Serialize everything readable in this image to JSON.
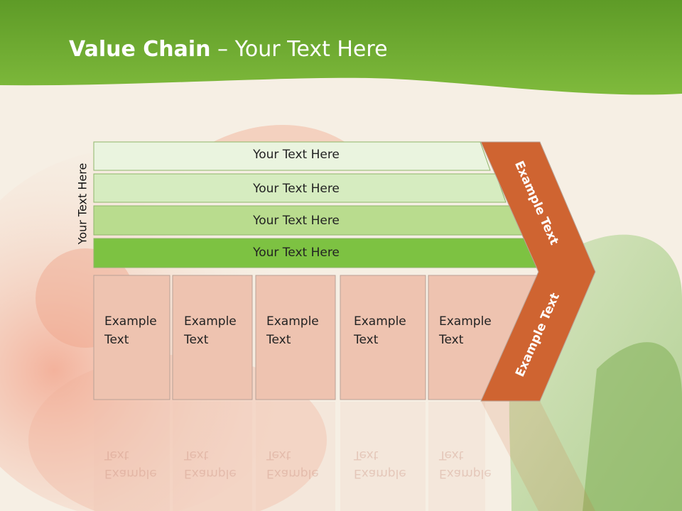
{
  "slide": {
    "title_bold": "Value Chain",
    "title_rest": " – Your Text Here",
    "side_label": "Your Text Here",
    "bars": [
      {
        "label": "Your Text Here",
        "color": "#eaf4df"
      },
      {
        "label": "Your Text Here",
        "color": "#d6ecc0"
      },
      {
        "label": "Your Text Here",
        "color": "#b9dc8e"
      },
      {
        "label": "Your Text Here",
        "color": "#7dc242"
      }
    ],
    "boxes": [
      {
        "line1": "Example",
        "line2": "Text"
      },
      {
        "line1": "Example",
        "line2": "Text"
      },
      {
        "line1": "Example",
        "line2": "Text"
      },
      {
        "line1": "Example",
        "line2": "Text"
      },
      {
        "line1": "Example",
        "line2": "Text"
      }
    ],
    "chevron_top": "Example Text",
    "chevron_bottom": "Example Text",
    "colors": {
      "header_green": "#6aa82e",
      "chevron_orange": "#cf6431",
      "box_fill": "#eec3b0",
      "box_border": "#b9a296"
    }
  }
}
